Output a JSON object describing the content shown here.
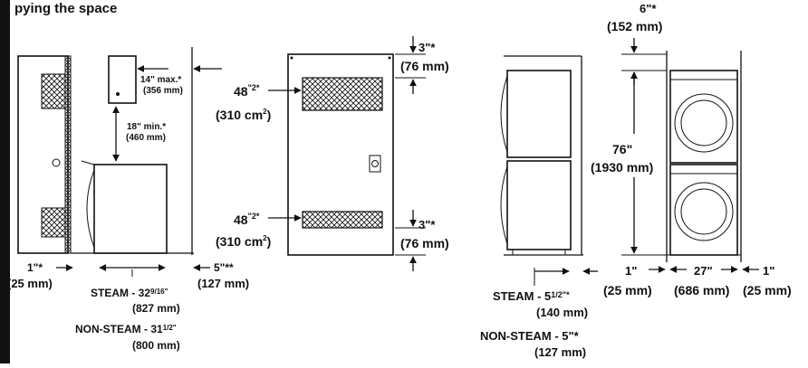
{
  "header_fragment": "pying the space",
  "side_view": {
    "cabinet_gap": "14\" max.*",
    "cabinet_gap_mm": "(356 mm)",
    "cabinet_clear": "18\" min.*",
    "cabinet_clear_mm": "(460 mm)",
    "rear_gap": "1\"*",
    "rear_gap_mm": "(25 mm)",
    "front_gap": "5\"**",
    "front_gap_mm": "(127 mm)",
    "depth_steam": "STEAM - 32",
    "depth_steam_frac": "9/16\"",
    "depth_steam_mm": "(827 mm)",
    "depth_nonsteam": "NON-STEAM - 31",
    "depth_nonsteam_frac": "1/2\"",
    "depth_nonsteam_mm": "(800 mm)"
  },
  "door_view": {
    "vent_top_area": "48",
    "vent_top_unit": "\"2*",
    "vent_top_mm": "(310 cm",
    "vent_top_mm_sup": "2",
    "vent_top_mm_close": ")",
    "vent_bottom_area": "48",
    "vent_bottom_unit": "\"2*",
    "vent_bottom_mm": "(310 cm",
    "vent_bottom_mm_sup": "2",
    "vent_bottom_mm_close": ")",
    "top_gap": "3\"*",
    "top_gap_mm": "(76 mm)",
    "bottom_gap": "3\"*",
    "bottom_gap_mm": "(76 mm)"
  },
  "stack_side_view": {
    "steam_depth": "STEAM - 5",
    "steam_depth_frac": "1/2\"*",
    "steam_depth_mm": "(140 mm)",
    "nonsteam_depth": "NON-STEAM - 5\"*",
    "nonsteam_depth_mm": "(127 mm)"
  },
  "stack_front_view": {
    "top_gap": "6\"*",
    "top_gap_mm": "(152 mm)",
    "height": "76\"",
    "height_mm": "(1930 mm)",
    "left_gap": "1\"",
    "left_gap_mm": "(25 mm)",
    "width": "27\"",
    "width_mm": "(686 mm)",
    "right_gap": "1\"",
    "right_gap_mm": "(25 mm)"
  }
}
